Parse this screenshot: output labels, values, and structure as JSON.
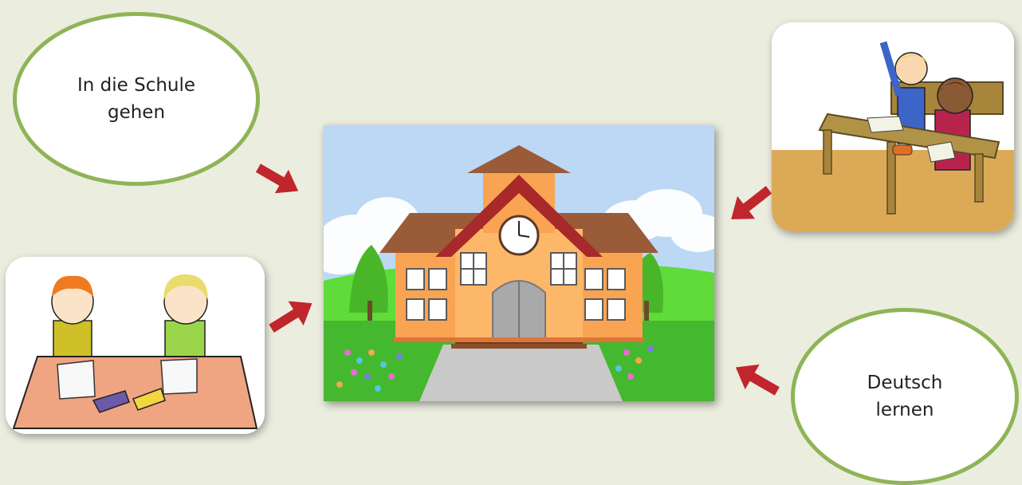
{
  "labels": {
    "top_left_line1": "In die Schule",
    "top_left_line2": "gehen",
    "bottom_right_line1": "Deutsch",
    "bottom_right_line2": "lernen"
  },
  "colors": {
    "background": "#ebeddf",
    "bubble_border": "#8fb456",
    "arrow": "#c0262c"
  },
  "images": {
    "center": "school-building-illustration",
    "top_right": "children-at-desk-hand-raised-illustration",
    "bottom_left": "two-children-writing-at-table-illustration"
  }
}
